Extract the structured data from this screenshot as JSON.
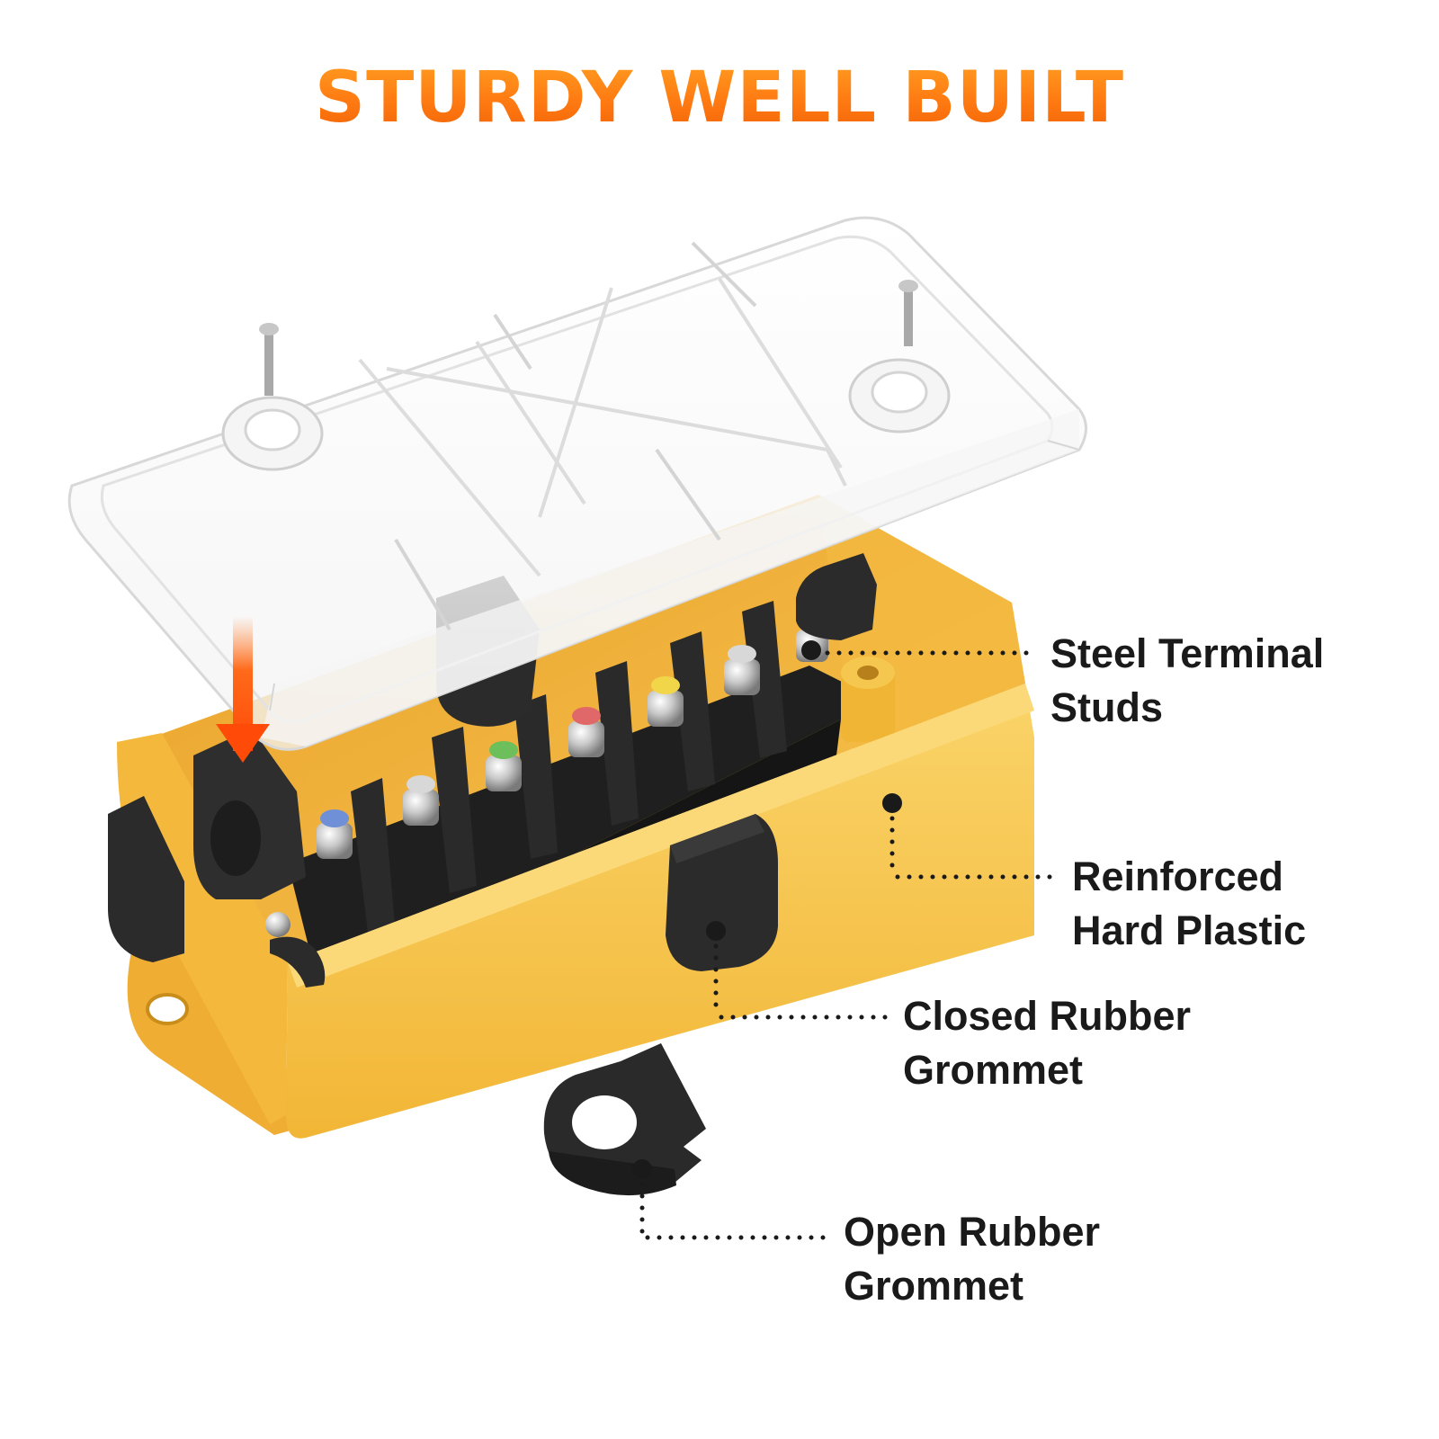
{
  "title": "STURDY WELL BUILT",
  "colors": {
    "title_gradient_top": "#ff9a1f",
    "title_gradient_bottom": "#f26508",
    "box_body": "#f6c04a",
    "box_shadow": "#e8a92b",
    "terminal_block": "#1f1f1f",
    "rubber": "#2b2b2b",
    "arrow": "#ff5a12",
    "callout_text": "#1a1a1a"
  },
  "icons": {
    "arrow": "down-arrow-icon"
  },
  "callouts": [
    {
      "line1": "Steel Terminal",
      "line2": "Studs"
    },
    {
      "line1": "Reinforced",
      "line2": "Hard Plastic"
    },
    {
      "line1": "Closed Rubber",
      "line2": "Grommet"
    },
    {
      "line1": "Open Rubber",
      "line2": "Grommet"
    }
  ]
}
